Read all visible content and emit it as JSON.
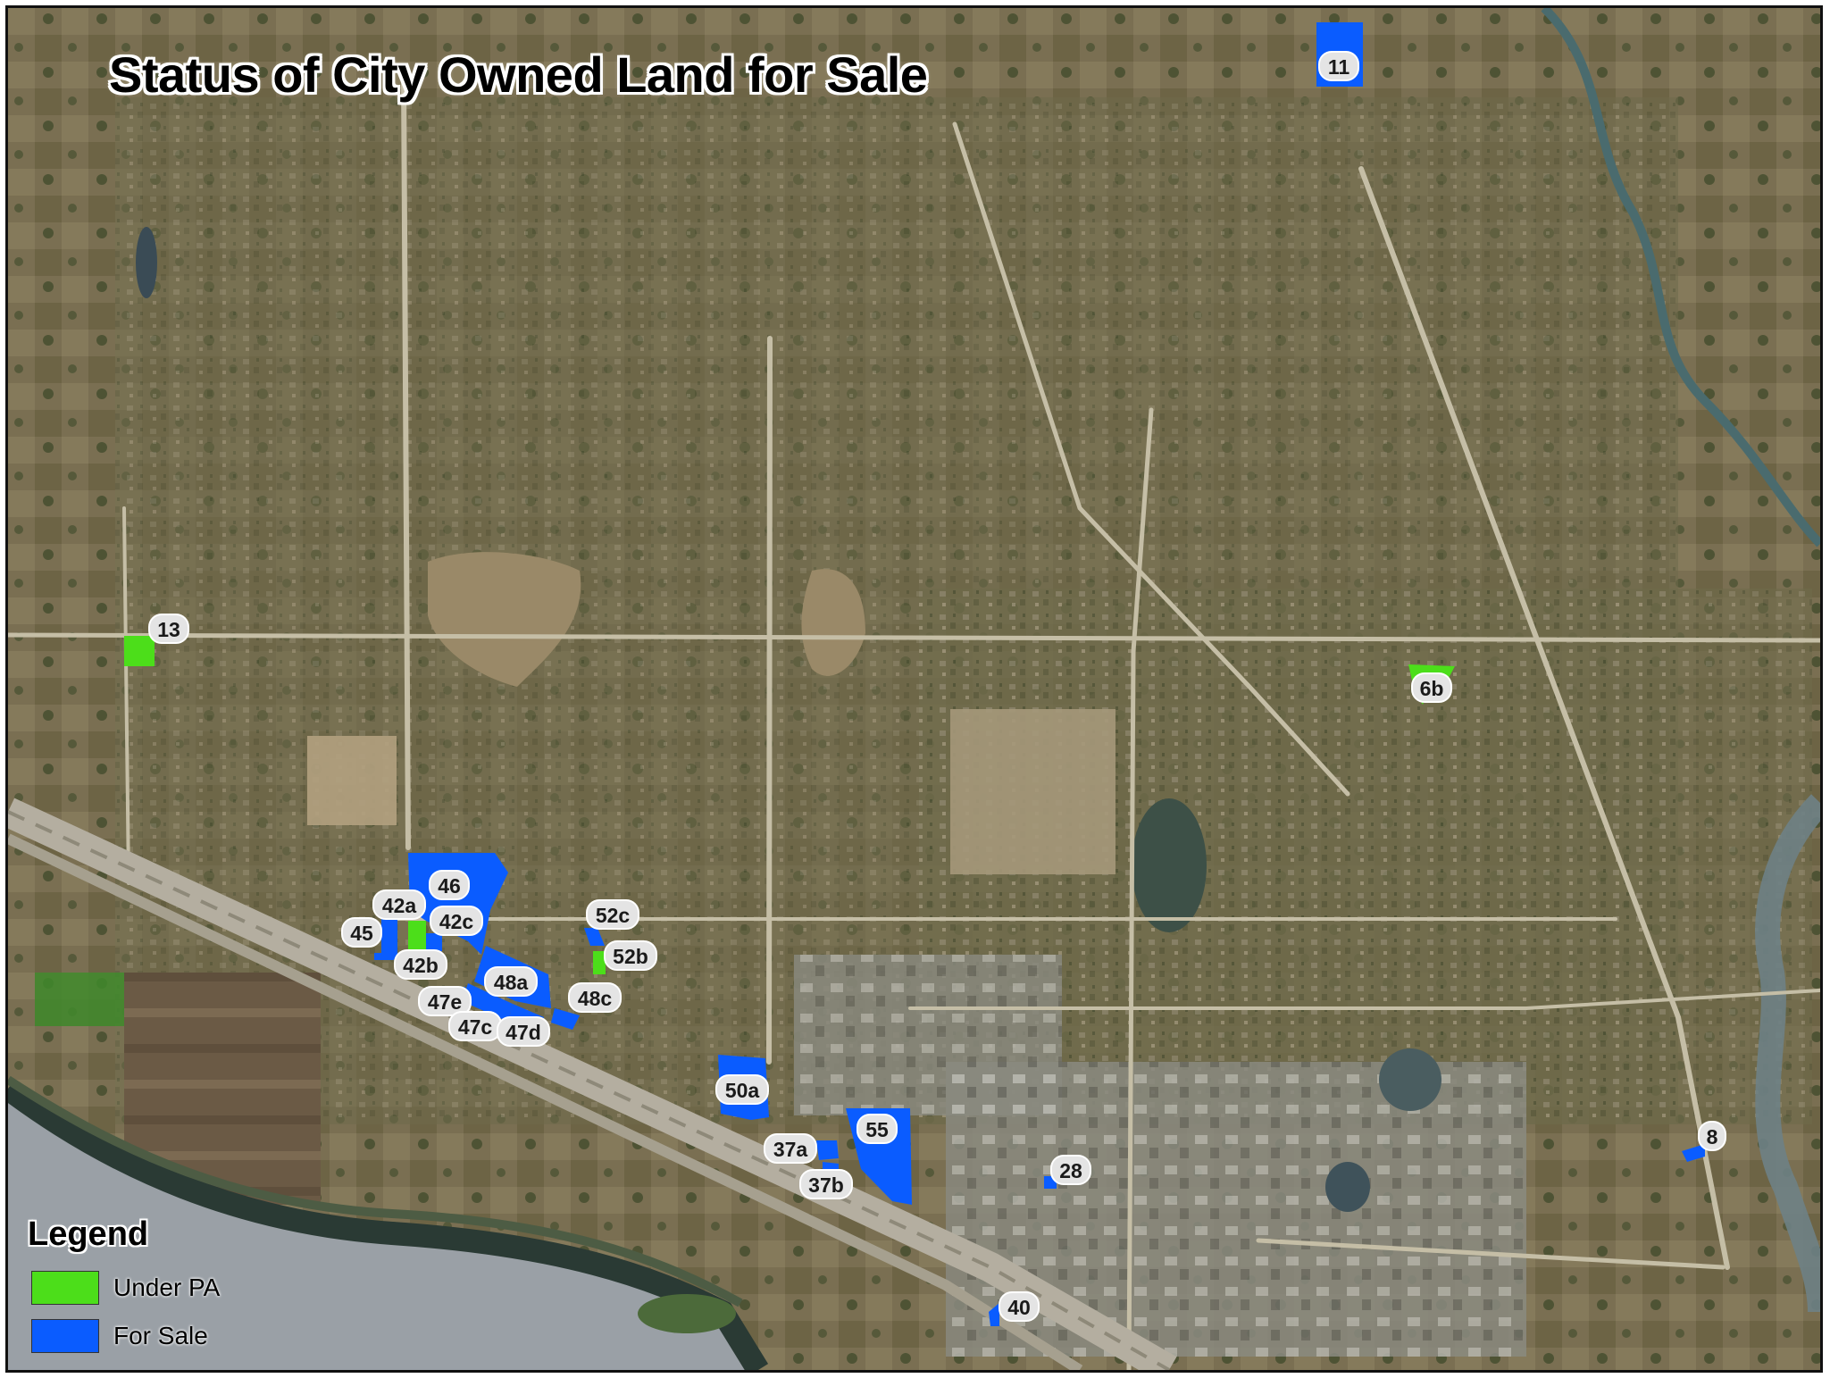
{
  "map": {
    "title": "Status of City Owned Land for Sale"
  },
  "legend": {
    "title": "Legend",
    "items": [
      {
        "label": "Under PA",
        "color": "#4cde1a"
      },
      {
        "label": "For Sale",
        "color": "#0a5cff"
      }
    ]
  },
  "colors": {
    "under_pa": "#4cde1a",
    "for_sale": "#0a5cff",
    "river_water": "#9aa0a6",
    "label_pill": "#e4e4e4"
  },
  "parcels": [
    {
      "label": "11",
      "status": "For Sale"
    },
    {
      "label": "13",
      "status": "Under PA"
    },
    {
      "label": "6b",
      "status": "Under PA"
    },
    {
      "label": "46",
      "status": "For Sale"
    },
    {
      "label": "42a",
      "status": "For Sale"
    },
    {
      "label": "42c",
      "status": "For Sale"
    },
    {
      "label": "45",
      "status": "For Sale"
    },
    {
      "label": "42b",
      "status": "Under PA"
    },
    {
      "label": "48a",
      "status": "For Sale"
    },
    {
      "label": "47e",
      "status": "For Sale"
    },
    {
      "label": "47c",
      "status": "For Sale"
    },
    {
      "label": "47d",
      "status": "For Sale"
    },
    {
      "label": "48c",
      "status": "For Sale"
    },
    {
      "label": "52c",
      "status": "For Sale"
    },
    {
      "label": "52b",
      "status": "Under PA"
    },
    {
      "label": "50a",
      "status": "For Sale"
    },
    {
      "label": "55",
      "status": "For Sale"
    },
    {
      "label": "37a",
      "status": "For Sale"
    },
    {
      "label": "37b",
      "status": "For Sale"
    },
    {
      "label": "28",
      "status": "For Sale"
    },
    {
      "label": "8",
      "status": "For Sale"
    },
    {
      "label": "40",
      "status": "For Sale"
    }
  ]
}
